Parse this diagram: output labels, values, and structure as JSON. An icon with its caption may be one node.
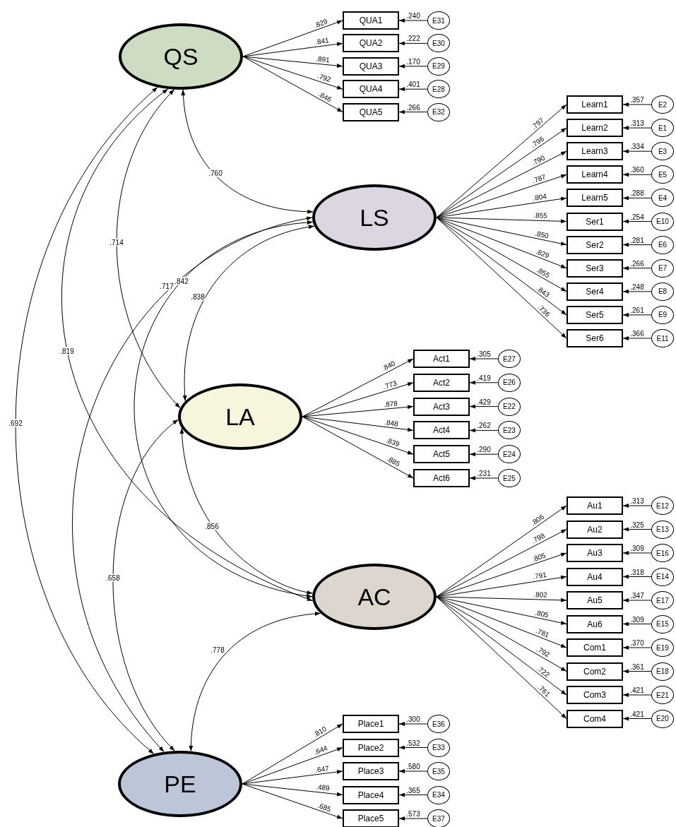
{
  "diagram": {
    "nodes": [
      {
        "text": [
          "QS"
        ]
      },
      {
        "text": [
          "QUA1"
        ]
      },
      {
        "text": [
          "E31"
        ]
      },
      {
        "text": [
          "QUA2"
        ]
      },
      {
        "text": [
          "E30"
        ]
      },
      {
        "text": [
          "QUA3"
        ]
      },
      {
        "text": [
          "E29"
        ]
      },
      {
        "text": [
          "QUA4"
        ]
      },
      {
        "text": [
          "E28"
        ]
      },
      {
        "text": [
          "QUA5"
        ]
      },
      {
        "text": [
          "E32"
        ]
      },
      {
        "text": [
          "LS"
        ]
      },
      {
        "text": [
          "Learn1"
        ]
      },
      {
        "text": [
          "E2"
        ]
      },
      {
        "text": [
          "Learn2"
        ]
      },
      {
        "text": [
          "E1"
        ]
      },
      {
        "text": [
          "Learn3"
        ]
      },
      {
        "text": [
          "E3"
        ]
      },
      {
        "text": [
          "Learn4"
        ]
      },
      {
        "text": [
          "E5"
        ]
      },
      {
        "text": [
          "Learn5"
        ]
      },
      {
        "text": [
          "E4"
        ]
      },
      {
        "text": [
          "Ser1"
        ]
      },
      {
        "text": [
          "E10"
        ]
      },
      {
        "text": [
          "Ser2"
        ]
      },
      {
        "text": [
          "E6"
        ]
      },
      {
        "text": [
          "Ser3"
        ]
      },
      {
        "text": [
          "E7"
        ]
      },
      {
        "text": [
          "Ser4"
        ]
      },
      {
        "text": [
          "E8"
        ]
      },
      {
        "text": [
          "Ser5"
        ]
      },
      {
        "text": [
          "E9"
        ]
      },
      {
        "text": [
          "Ser6"
        ]
      },
      {
        "text": [
          "E11"
        ]
      },
      {
        "text": [
          "LA"
        ]
      },
      {
        "text": [
          "Act1"
        ]
      },
      {
        "text": [
          "E27"
        ]
      },
      {
        "text": [
          "Act2"
        ]
      },
      {
        "text": [
          "E26"
        ]
      },
      {
        "text": [
          "Act3"
        ]
      },
      {
        "text": [
          "E22"
        ]
      },
      {
        "text": [
          "Act4"
        ]
      },
      {
        "text": [
          "E23"
        ]
      },
      {
        "text": [
          "Act5"
        ]
      },
      {
        "text": [
          "E24"
        ]
      },
      {
        "text": [
          "Act6"
        ]
      },
      {
        "text": [
          "E25"
        ]
      },
      {
        "text": [
          "AC"
        ]
      },
      {
        "text": [
          "Au1"
        ]
      },
      {
        "text": [
          "E12"
        ]
      },
      {
        "text": [
          "Au2"
        ]
      },
      {
        "text": [
          "E13"
        ]
      },
      {
        "text": [
          "Au3"
        ]
      },
      {
        "text": [
          "E16"
        ]
      },
      {
        "text": [
          "Au4"
        ]
      },
      {
        "text": [
          "E14"
        ]
      },
      {
        "text": [
          "Au5"
        ]
      },
      {
        "text": [
          "E17"
        ]
      },
      {
        "text": [
          "Au6"
        ]
      },
      {
        "text": [
          "E15"
        ]
      },
      {
        "text": [
          "Com1"
        ]
      },
      {
        "text": [
          "E19"
        ]
      },
      {
        "text": [
          "Com2"
        ]
      },
      {
        "text": [
          "E18"
        ]
      },
      {
        "text": [
          "Com3"
        ]
      },
      {
        "text": [
          "E21"
        ]
      },
      {
        "text": [
          "Com4"
        ]
      },
      {
        "text": [
          "E20"
        ]
      },
      {
        "text": [
          "PE"
        ]
      },
      {
        "text": [
          "Place1"
        ]
      },
      {
        "text": [
          "E36"
        ]
      },
      {
        "text": [
          "Place2"
        ]
      },
      {
        "text": [
          "E33"
        ]
      },
      {
        "text": [
          "Place3"
        ]
      },
      {
        "text": [
          "E35"
        ]
      },
      {
        "text": [
          "Place4"
        ]
      },
      {
        "text": [
          "E34"
        ]
      },
      {
        "text": [
          "Place5"
        ]
      },
      {
        "text": [
          "E37"
        ]
      }
    ],
    "edges": [
      {
        "from": 0,
        "to": 1,
        "arrow": "to",
        "label": ".829"
      },
      {
        "from": 2,
        "to": 1,
        "arrow": "to",
        "label": ".240"
      },
      {
        "from": 0,
        "to": 3,
        "arrow": "to",
        "label": ".841"
      },
      {
        "from": 4,
        "to": 3,
        "arrow": "to",
        "label": ".222"
      },
      {
        "from": 0,
        "to": 5,
        "arrow": "to",
        "label": ".891"
      },
      {
        "from": 6,
        "to": 5,
        "arrow": "to",
        "label": ".170"
      },
      {
        "from": 0,
        "to": 7,
        "arrow": "to",
        "label": ".792"
      },
      {
        "from": 8,
        "to": 7,
        "arrow": "to",
        "label": ".401"
      },
      {
        "from": 0,
        "to": 9,
        "arrow": "to",
        "label": ".846"
      },
      {
        "from": 10,
        "to": 9,
        "arrow": "to",
        "label": ".266"
      },
      {
        "from": 11,
        "to": 12,
        "arrow": "to",
        "label": ".797"
      },
      {
        "from": 13,
        "to": 12,
        "arrow": "to",
        "label": ".357"
      },
      {
        "from": 11,
        "to": 14,
        "arrow": "to",
        "label": ".796"
      },
      {
        "from": 15,
        "to": 14,
        "arrow": "to",
        "label": ".313"
      },
      {
        "from": 11,
        "to": 16,
        "arrow": "to",
        "label": ".790"
      },
      {
        "from": 17,
        "to": 16,
        "arrow": "to",
        "label": ".334"
      },
      {
        "from": 11,
        "to": 18,
        "arrow": "to",
        "label": ".787"
      },
      {
        "from": 19,
        "to": 18,
        "arrow": "to",
        "label": ".360"
      },
      {
        "from": 11,
        "to": 20,
        "arrow": "to",
        "label": ".804"
      },
      {
        "from": 21,
        "to": 20,
        "arrow": "to",
        "label": ".288"
      },
      {
        "from": 11,
        "to": 22,
        "arrow": "to",
        "label": ".855"
      },
      {
        "from": 23,
        "to": 22,
        "arrow": "to",
        "label": ".254"
      },
      {
        "from": 11,
        "to": 24,
        "arrow": "to",
        "label": ".850"
      },
      {
        "from": 25,
        "to": 24,
        "arrow": "to",
        "label": ".281"
      },
      {
        "from": 11,
        "to": 26,
        "arrow": "to",
        "label": ".829"
      },
      {
        "from": 27,
        "to": 26,
        "arrow": "to",
        "label": ".266"
      },
      {
        "from": 11,
        "to": 28,
        "arrow": "to",
        "label": ".855"
      },
      {
        "from": 29,
        "to": 28,
        "arrow": "to",
        "label": ".248"
      },
      {
        "from": 11,
        "to": 30,
        "arrow": "to",
        "label": ".843"
      },
      {
        "from": 31,
        "to": 30,
        "arrow": "to",
        "label": ".261"
      },
      {
        "from": 11,
        "to": 32,
        "arrow": "to",
        "label": ".736"
      },
      {
        "from": 33,
        "to": 32,
        "arrow": "to",
        "label": ".366"
      },
      {
        "from": 34,
        "to": 35,
        "arrow": "to",
        "label": ".840"
      },
      {
        "from": 36,
        "to": 35,
        "arrow": "to",
        "label": ".305"
      },
      {
        "from": 34,
        "to": 37,
        "arrow": "to",
        "label": ".773"
      },
      {
        "from": 38,
        "to": 37,
        "arrow": "to",
        "label": ".419"
      },
      {
        "from": 34,
        "to": 39,
        "arrow": "to",
        "label": ".878"
      },
      {
        "from": 40,
        "to": 39,
        "arrow": "to",
        "label": ".429"
      },
      {
        "from": 34,
        "to": 41,
        "arrow": "to",
        "label": ".848"
      },
      {
        "from": 42,
        "to": 41,
        "arrow": "to",
        "label": ".262"
      },
      {
        "from": 34,
        "to": 43,
        "arrow": "to",
        "label": ".839"
      },
      {
        "from": 44,
        "to": 43,
        "arrow": "to",
        "label": ".290"
      },
      {
        "from": 34,
        "to": 45,
        "arrow": "to",
        "label": ".885"
      },
      {
        "from": 46,
        "to": 45,
        "arrow": "to",
        "label": ".231"
      },
      {
        "from": 47,
        "to": 48,
        "arrow": "to",
        "label": ".806"
      },
      {
        "from": 49,
        "to": 48,
        "arrow": "to",
        "label": ".313"
      },
      {
        "from": 47,
        "to": 50,
        "arrow": "to",
        "label": ".798"
      },
      {
        "from": 51,
        "to": 50,
        "arrow": "to",
        "label": ".325"
      },
      {
        "from": 47,
        "to": 52,
        "arrow": "to",
        "label": ".805"
      },
      {
        "from": 53,
        "to": 52,
        "arrow": "to",
        "label": ".309"
      },
      {
        "from": 47,
        "to": 54,
        "arrow": "to",
        "label": ".791"
      },
      {
        "from": 55,
        "to": 54,
        "arrow": "to",
        "label": ".318"
      },
      {
        "from": 47,
        "to": 56,
        "arrow": "to",
        "label": ".802"
      },
      {
        "from": 57,
        "to": 56,
        "arrow": "to",
        "label": ".347"
      },
      {
        "from": 47,
        "to": 58,
        "arrow": "to",
        "label": ".805"
      },
      {
        "from": 59,
        "to": 58,
        "arrow": "to",
        "label": ".309"
      },
      {
        "from": 47,
        "to": 60,
        "arrow": "to",
        "label": ".781"
      },
      {
        "from": 61,
        "to": 60,
        "arrow": "to",
        "label": ".370"
      },
      {
        "from": 47,
        "to": 62,
        "arrow": "to",
        "label": ".792"
      },
      {
        "from": 63,
        "to": 62,
        "arrow": "to",
        "label": ".361"
      },
      {
        "from": 47,
        "to": 64,
        "arrow": "to",
        "label": ".722"
      },
      {
        "from": 65,
        "to": 64,
        "arrow": "to",
        "label": ".421"
      },
      {
        "from": 47,
        "to": 66,
        "arrow": "to",
        "label": ".761"
      },
      {
        "from": 67,
        "to": 66,
        "arrow": "to",
        "label": ".421"
      },
      {
        "from": 68,
        "to": 69,
        "arrow": "to",
        "label": ".810"
      },
      {
        "from": 70,
        "to": 69,
        "arrow": "to",
        "label": ".300"
      },
      {
        "from": 68,
        "to": 71,
        "arrow": "to",
        "label": ".644"
      },
      {
        "from": 72,
        "to": 71,
        "arrow": "to",
        "label": ".532"
      },
      {
        "from": 68,
        "to": 73,
        "arrow": "to",
        "label": ".647"
      },
      {
        "from": 74,
        "to": 73,
        "arrow": "to",
        "label": ".580"
      },
      {
        "from": 68,
        "to": 75,
        "arrow": "to",
        "label": ".489"
      },
      {
        "from": 76,
        "to": 75,
        "arrow": "to",
        "label": ".365"
      },
      {
        "from": 68,
        "to": 77,
        "arrow": "to",
        "label": ".685"
      },
      {
        "from": 78,
        "to": 77,
        "arrow": "to",
        "label": ".573"
      },
      {
        "from": 0,
        "to": 11,
        "arrow": "both",
        "label": ".760"
      },
      {
        "from": 0,
        "to": 34,
        "arrow": "both",
        "label": ".714"
      },
      {
        "from": 0,
        "to": 47,
        "arrow": "both",
        "label": ".819"
      },
      {
        "from": 0,
        "to": 68,
        "arrow": "both",
        "label": ".692"
      },
      {
        "from": 11,
        "to": 34,
        "arrow": "both",
        "label": ".838"
      },
      {
        "from": 11,
        "to": 47,
        "arrow": "both",
        "label": ".842"
      },
      {
        "from": 11,
        "to": 68,
        "arrow": "both",
        "label": ".717"
      },
      {
        "from": 34,
        "to": 47,
        "arrow": "both",
        "label": ".856"
      },
      {
        "from": 34,
        "to": 68,
        "arrow": "both",
        "label": ".658"
      },
      {
        "from": 47,
        "to": 68,
        "arrow": "both",
        "label": ".778"
      }
    ]
  }
}
